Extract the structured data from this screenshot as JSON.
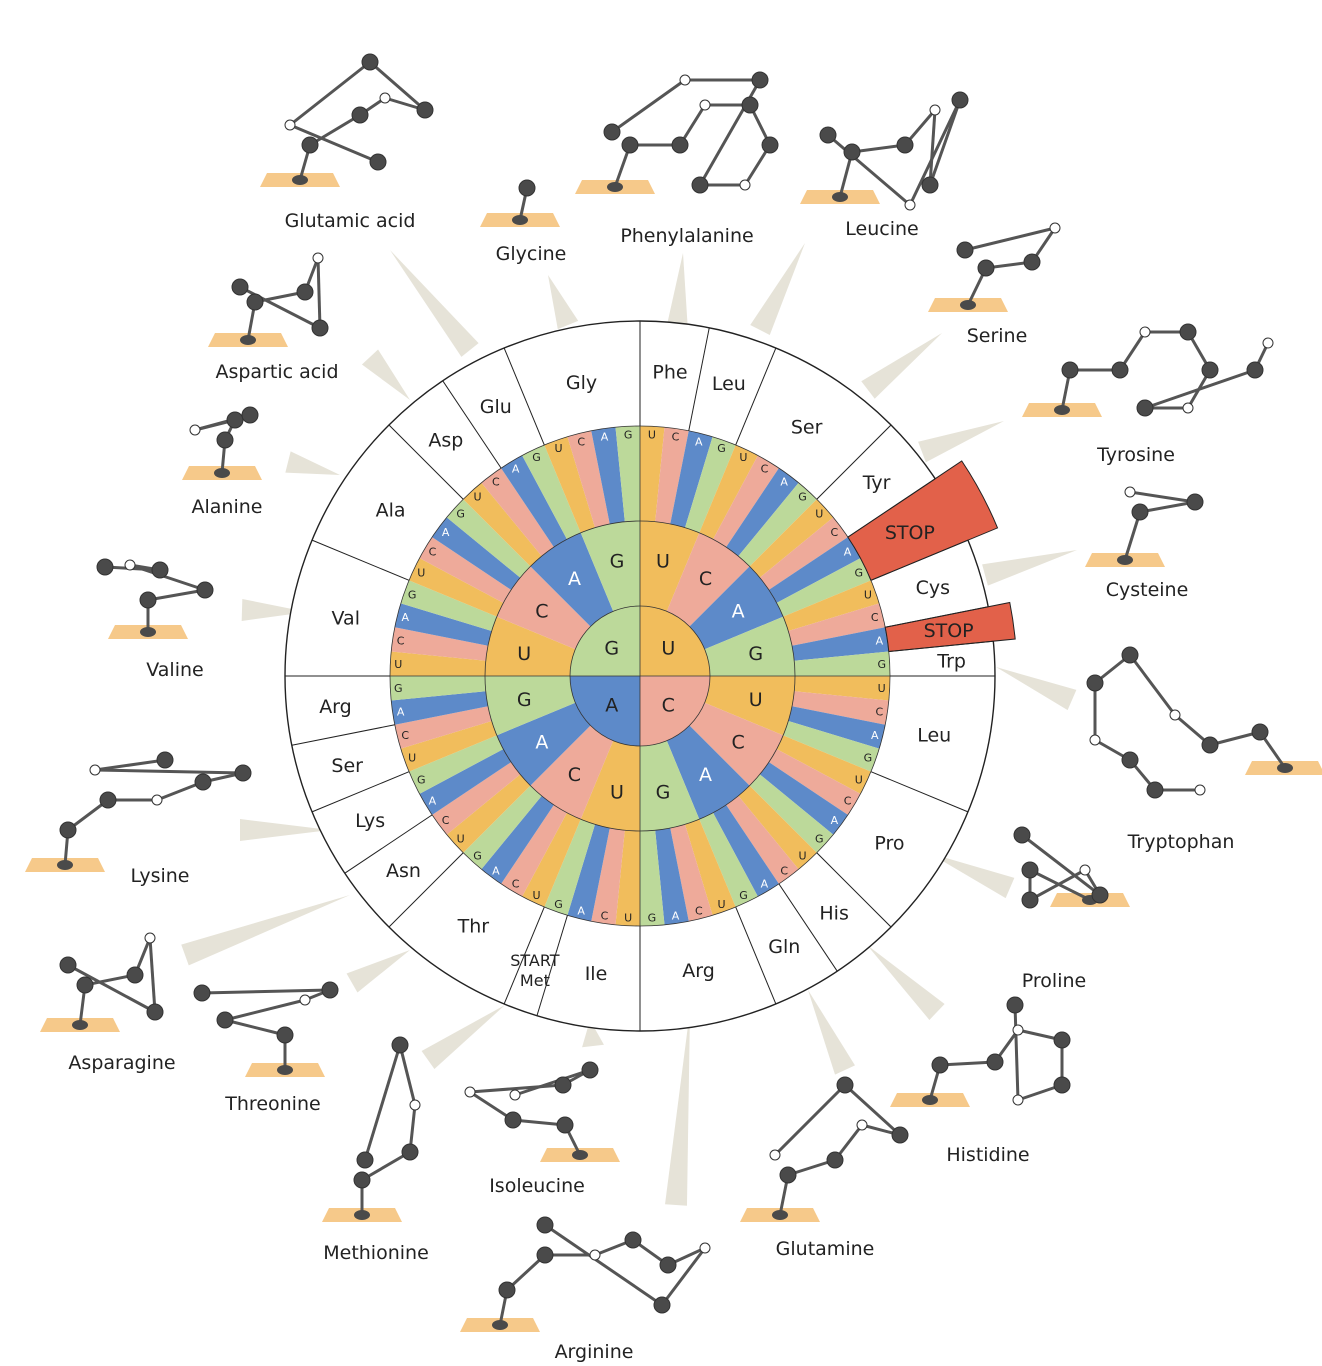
{
  "colors": {
    "U": "#f1bd5c",
    "C": "#eeaa9a",
    "A": "#5d8ac9",
    "G": "#bcd99a",
    "stop": "#e2614a",
    "pointer": "#e6e3d8",
    "atom_carbon": "#4a4a4a",
    "atom_oxygen": "#e05a40",
    "atom_nitrogen": "#8fb2dd",
    "atom_sulfur": "#f0c35a",
    "atom_hydrogen": "#ffffff",
    "backbone_plane": "#f6c98a"
  },
  "inner_ring": [
    "U",
    "C",
    "A",
    "G"
  ],
  "second_ring": [
    "U",
    "C",
    "A",
    "G",
    "U",
    "C",
    "A",
    "G",
    "U",
    "C",
    "A",
    "G",
    "U",
    "C",
    "A",
    "G"
  ],
  "third_ring": [
    "U",
    "C",
    "A",
    "G",
    "U",
    "C",
    "A",
    "G",
    "U",
    "C",
    "A",
    "G",
    "U",
    "C",
    "A",
    "G",
    "U",
    "C",
    "A",
    "G",
    "U",
    "C",
    "A",
    "G",
    "U",
    "C",
    "A",
    "G",
    "U",
    "C",
    "A",
    "G",
    "U",
    "C",
    "A",
    "G",
    "U",
    "C",
    "A",
    "G",
    "U",
    "C",
    "A",
    "G",
    "U",
    "C",
    "A",
    "G",
    "U",
    "C",
    "A",
    "G",
    "U",
    "C",
    "A",
    "G",
    "U",
    "C",
    "A",
    "G",
    "U",
    "C",
    "A",
    "G"
  ],
  "segments": [
    {
      "label": "Phe",
      "count": 2
    },
    {
      "label": "Leu",
      "count": 2
    },
    {
      "label": "Ser",
      "count": 4
    },
    {
      "label": "Tyr",
      "count": 2
    },
    {
      "label": "STOP",
      "count": 2,
      "stop": true
    },
    {
      "label": "Cys",
      "count": 2
    },
    {
      "label": "STOP",
      "count": 1,
      "stop": true
    },
    {
      "label": "Trp",
      "count": 1
    },
    {
      "label": "Leu",
      "count": 4
    },
    {
      "label": "Pro",
      "count": 4
    },
    {
      "label": "His",
      "count": 2
    },
    {
      "label": "Gln",
      "count": 2
    },
    {
      "label": "Arg",
      "count": 4
    },
    {
      "label": "Ile",
      "count": 3
    },
    {
      "label": "Met",
      "count": 1,
      "start": "START"
    },
    {
      "label": "Thr",
      "count": 4
    },
    {
      "label": "Asn",
      "count": 2
    },
    {
      "label": "Lys",
      "count": 2
    },
    {
      "label": "Ser",
      "count": 2
    },
    {
      "label": "Arg",
      "count": 2
    },
    {
      "label": "Val",
      "count": 4
    },
    {
      "label": "Ala",
      "count": 4
    },
    {
      "label": "Asp",
      "count": 2
    },
    {
      "label": "Glu",
      "count": 2
    },
    {
      "label": "Gly",
      "count": 4
    }
  ],
  "amino_acids": [
    {
      "name": "Glutamic acid"
    },
    {
      "name": "Glycine"
    },
    {
      "name": "Phenylalanine"
    },
    {
      "name": "Leucine"
    },
    {
      "name": "Serine"
    },
    {
      "name": "Tyrosine"
    },
    {
      "name": "Cysteine"
    },
    {
      "name": "Tryptophan"
    },
    {
      "name": "Proline"
    },
    {
      "name": "Histidine"
    },
    {
      "name": "Glutamine"
    },
    {
      "name": "Arginine"
    },
    {
      "name": "Isoleucine"
    },
    {
      "name": "Methionine"
    },
    {
      "name": "Threonine"
    },
    {
      "name": "Asparagine"
    },
    {
      "name": "Lysine"
    },
    {
      "name": "Valine"
    },
    {
      "name": "Alanine"
    },
    {
      "name": "Aspartic acid"
    }
  ]
}
